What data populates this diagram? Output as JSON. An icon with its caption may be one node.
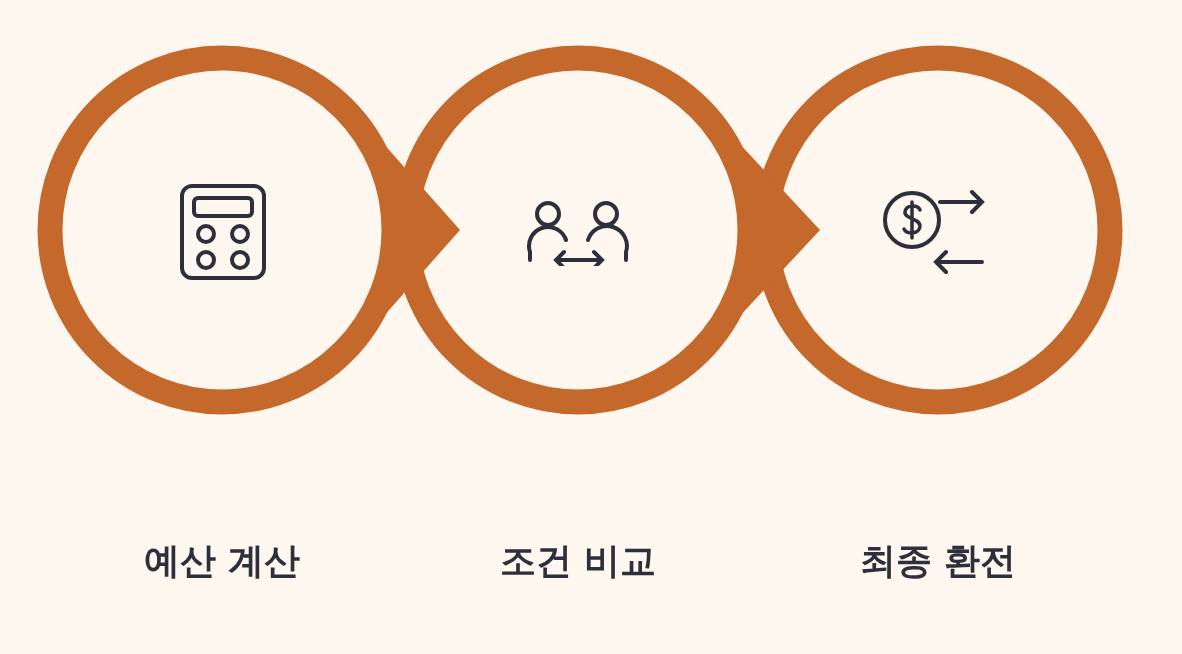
{
  "diagram": {
    "nodes": [
      {
        "text": [
          "예산 계산"
        ]
      },
      {
        "text": [
          "조건 비교"
        ]
      },
      {
        "text": [
          "최종 환전"
        ]
      }
    ],
    "edges": [
      {
        "from": 0,
        "to": 1,
        "arrow": "to"
      },
      {
        "from": 1,
        "to": 2,
        "arrow": "to"
      }
    ]
  }
}
